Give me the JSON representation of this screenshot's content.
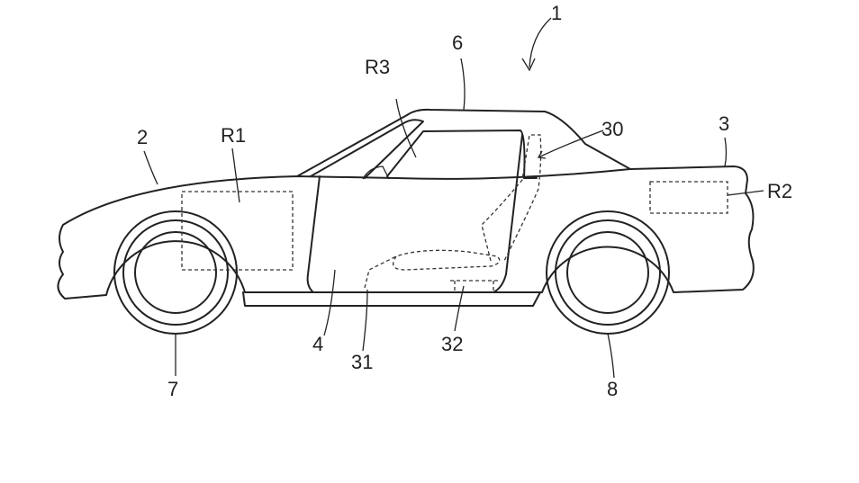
{
  "figure": {
    "labels": {
      "vehicle": "1",
      "front": "2",
      "rear": "3",
      "door": "4",
      "roof": "6",
      "front_wheel": "7",
      "rear_wheel": "8",
      "seat": "30",
      "seat_cushion": "31",
      "seat_rail": "32",
      "region_front": "R1",
      "region_rear": "R2",
      "region_cabin": "R3"
    }
  }
}
